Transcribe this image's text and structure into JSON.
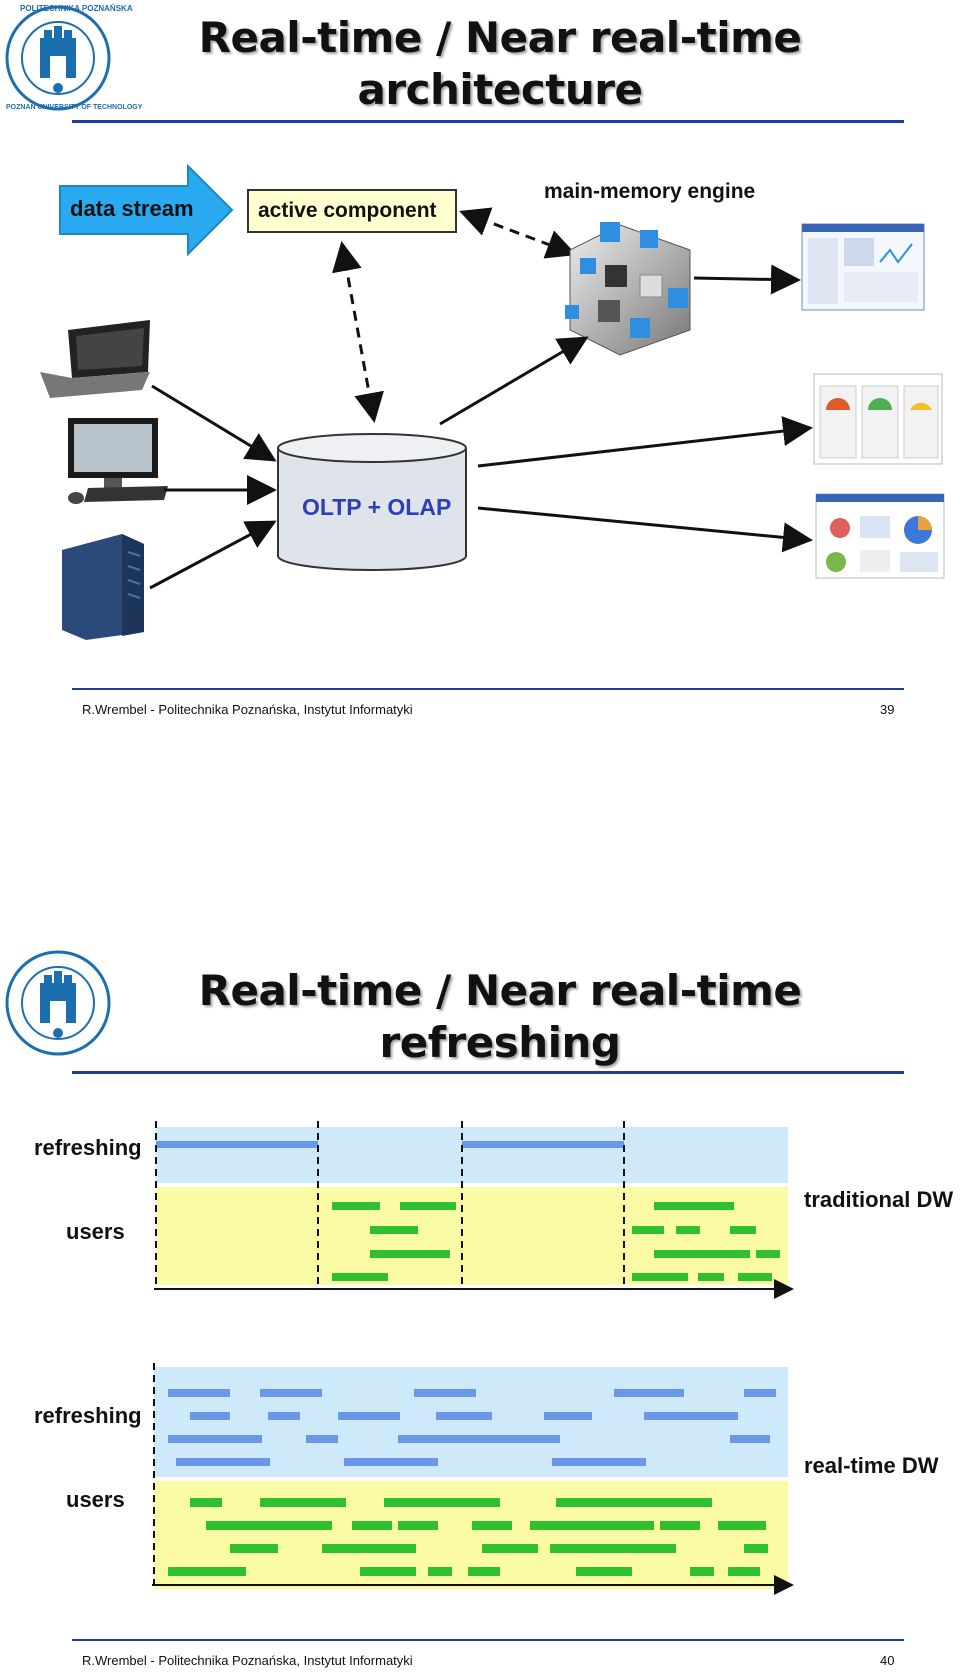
{
  "slide1": {
    "title_line1": "Real-time / Near real-time",
    "title_line2": "architecture",
    "data_stream": "data stream",
    "active_component": "active component",
    "main_memory_engine": "main-memory engine",
    "database": "OLTP + OLAP",
    "footer": "R.Wrembel - Politechnika Poznańska, Instytut Informatyki",
    "page": "39",
    "logo_text_top": "POLITECHNIKA POZNAŃSKA",
    "logo_text_bottom": "POZNAN UNIVERSITY OF TECHNOLOGY"
  },
  "slide2": {
    "title_line1": "Real-time / Near real-time",
    "title_line2": "refreshing",
    "refreshing_1": "refreshing",
    "users_1": "users",
    "traditional": "traditional DW",
    "refreshing_2": "refreshing",
    "users_2": "users",
    "realtime": "real-time DW",
    "footer": "R.Wrembel - Politechnika Poznańska, Instytut Informatyki",
    "page": "40"
  },
  "colors": {
    "accent_blue": "#1f3f97",
    "arrow_blue": "#29a9f0",
    "refresh_band": "#cde9fa",
    "users_band": "#fbfaa5",
    "refresh_bar": "#6a97e8",
    "user_bar": "#2ec02e",
    "db_text": "#2d3fb5"
  }
}
